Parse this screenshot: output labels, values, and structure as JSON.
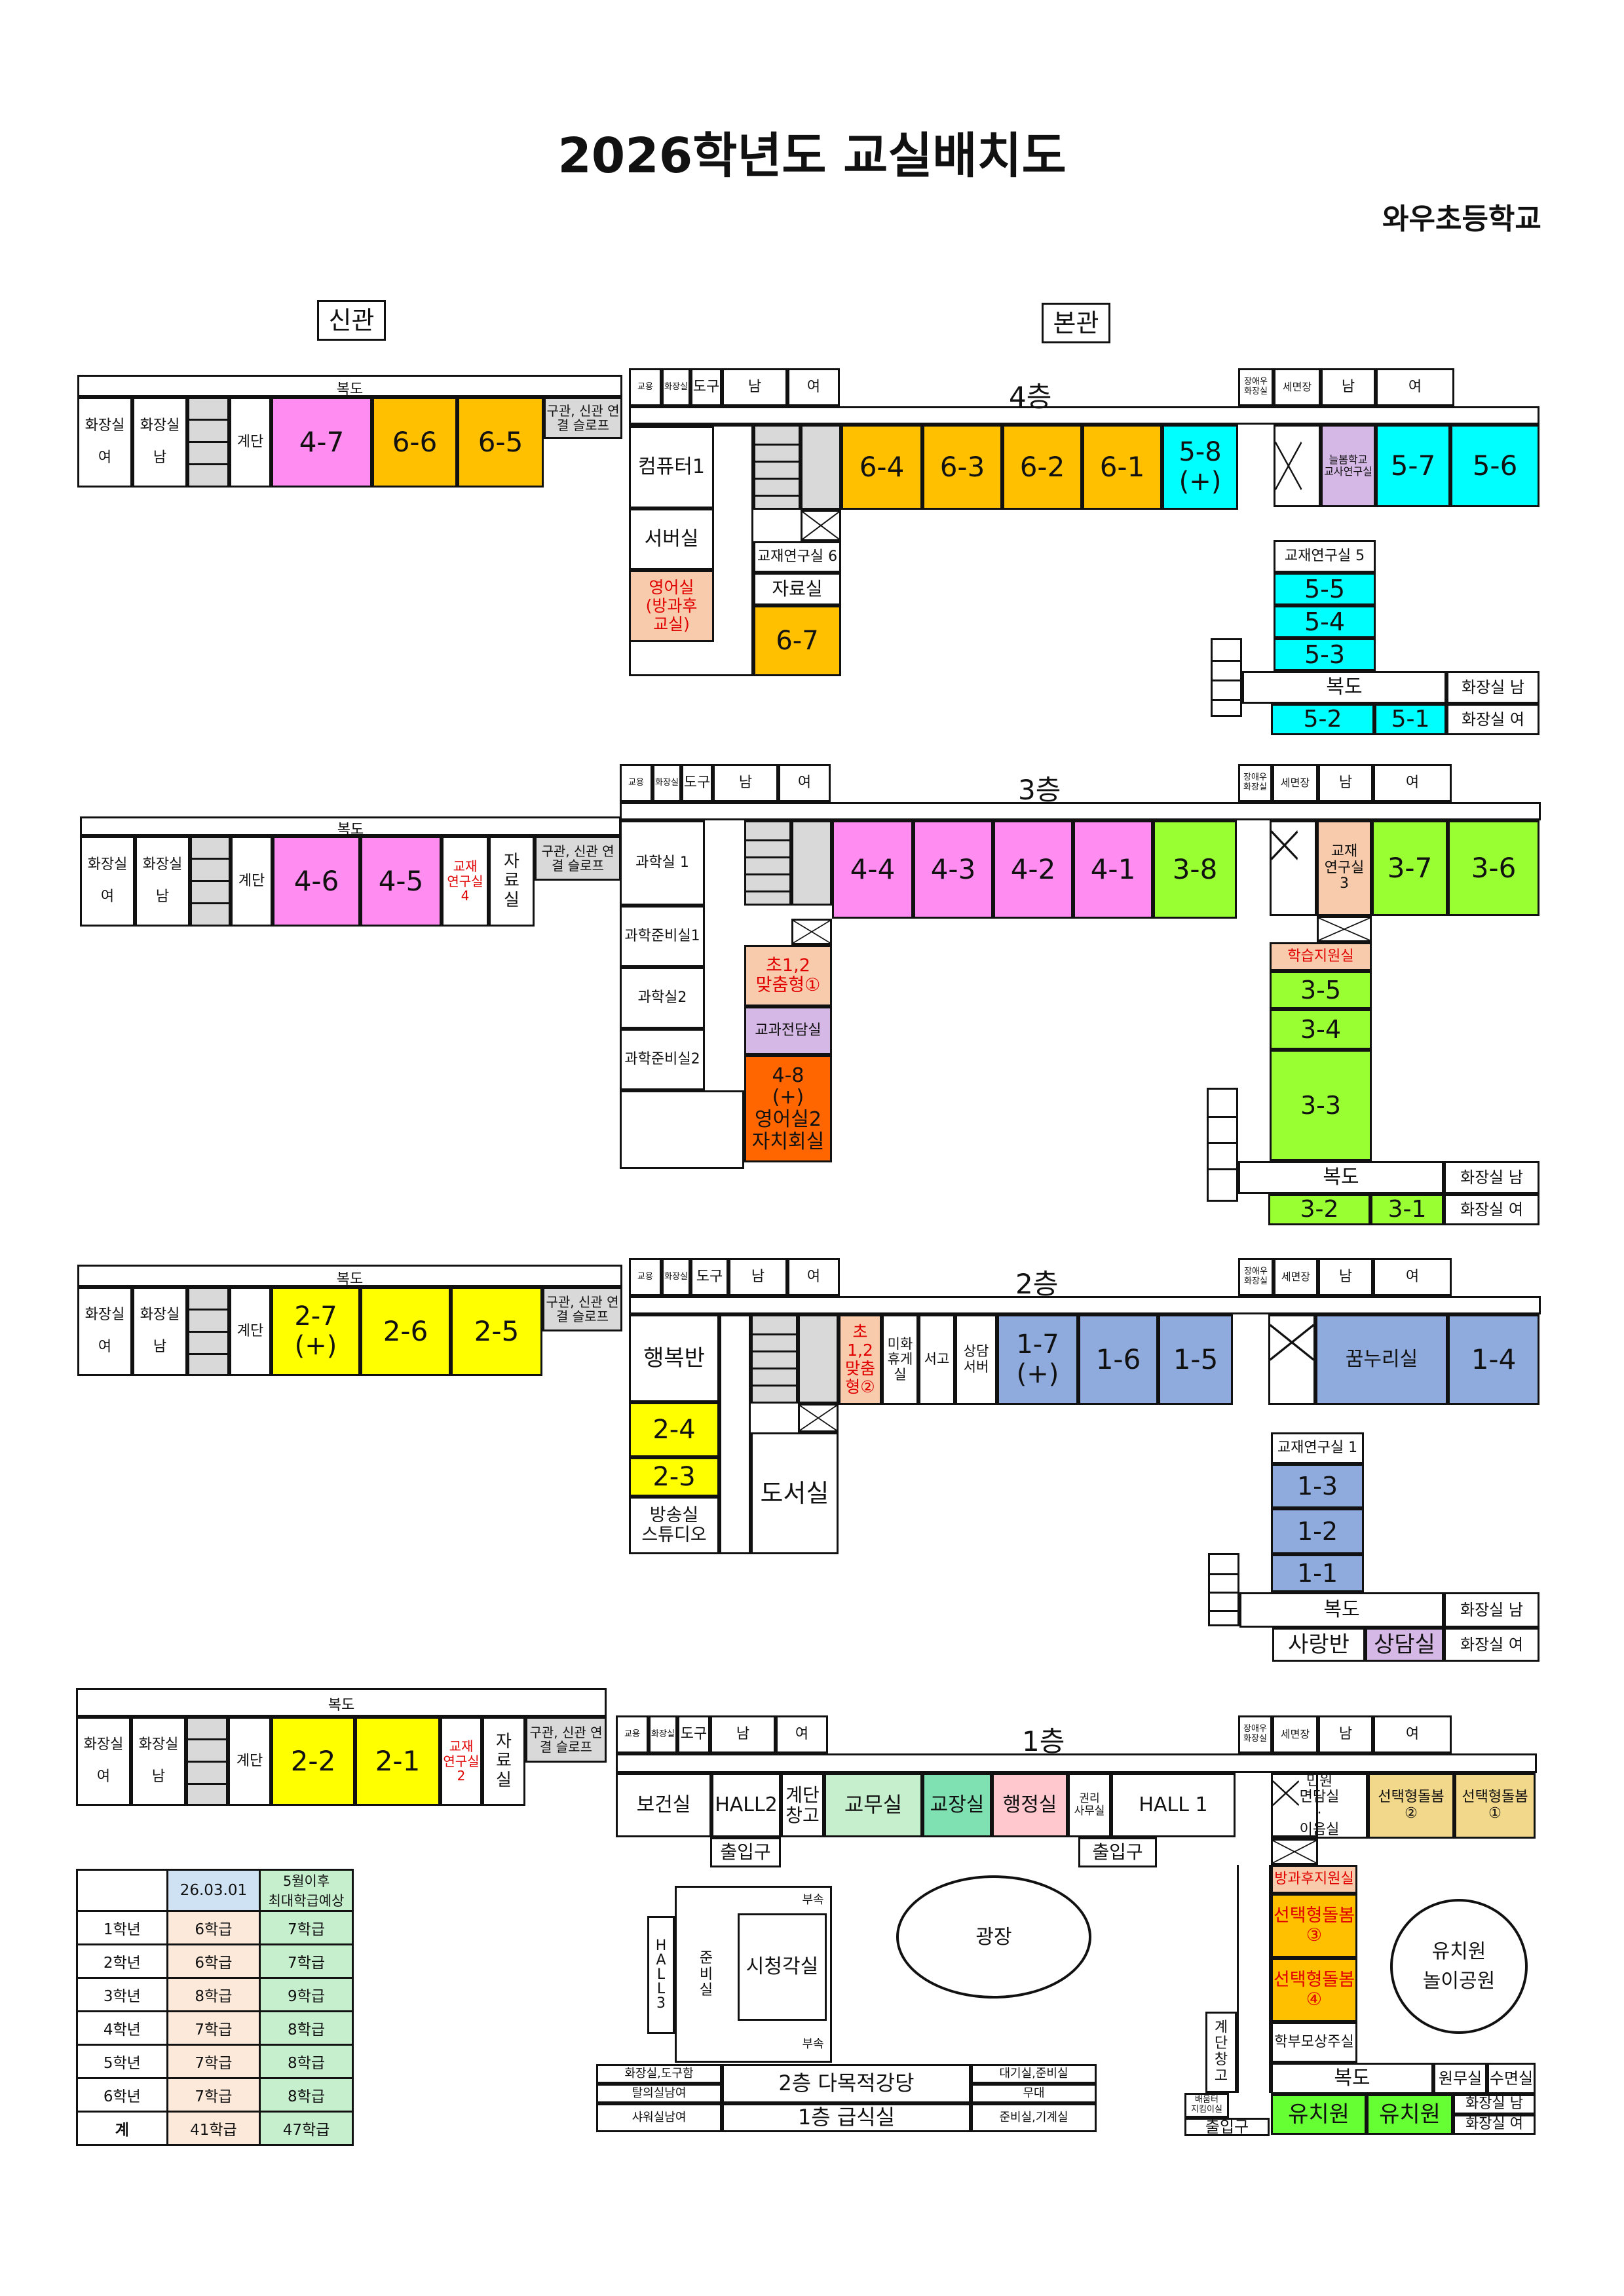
{
  "title": "2026학년도 교실배치도",
  "school": "와우초등학교",
  "sections": {
    "annex": "신관",
    "main": "본관"
  },
  "common": {
    "hallway": "복도",
    "restroom_f": "화장실",
    "restroom_m": "화장실",
    "female": "여",
    "male": "남",
    "stairs": "계단",
    "slope": "구관, 신관 연결 슬로프",
    "faculty": "교용",
    "storage": "화장실",
    "tools": "도구",
    "men": "남",
    "women": "여",
    "disabled_restroom": "장애우 화장실",
    "washroom": "세면장",
    "restroom_men": "화장실 남",
    "restroom_women": "화장실 여"
  },
  "floor4": {
    "name": "4층",
    "annex_rooms": [
      "4-7",
      "6-6",
      "6-5"
    ],
    "rooms": [
      "6-4",
      "6-3",
      "6-2",
      "6-1",
      "5-8\n(+)"
    ],
    "computer": "컴퓨터1",
    "server": "서버실",
    "english": "영어실\n(방과후\n교실)",
    "teacher6": "교재연구실 6",
    "material": "자료실",
    "r67": "6-7",
    "neulbom": "늘봄학교\n교사연구실",
    "r57": "5-7",
    "r56": "5-6",
    "teacher5": "교재연구실 5",
    "r55": "5-5",
    "r54": "5-4",
    "r53": "5-3",
    "r52": "5-2",
    "r51": "5-1"
  },
  "floor3": {
    "name": "3층",
    "annex_rooms": [
      "4-6",
      "4-5"
    ],
    "teacher4": "교재\n연구실\n4",
    "material": "자\n료\n실",
    "rooms": [
      "4-4",
      "4-3",
      "4-2",
      "4-1",
      "3-8"
    ],
    "sci1": "과학실 1",
    "sciprep1": "과학준비실1",
    "sci2": "과학실2",
    "sciprep2": "과학준비실2",
    "custom1": "초1,2\n맞춤형①",
    "subject": "교과전담실",
    "r48": "4-8\n(+)\n영어실2\n자치회실",
    "teacher3": "교재\n연구실\n3",
    "r37": "3-7",
    "r36": "3-6",
    "learning": "학습지원실",
    "r35": "3-5",
    "r34": "3-4",
    "r33": "3-3",
    "r32": "3-2",
    "r31": "3-1"
  },
  "floor2": {
    "name": "2층",
    "annex_rooms": [
      "2-7\n(+)",
      "2-6",
      "2-5"
    ],
    "happy": "행복반",
    "r24": "2-4",
    "r23": "2-3",
    "broadcast": "방송실\n스튜디오",
    "library": "도서실",
    "custom2": "초\n1,2\n맞춤\n형②",
    "lounge": "미화\n휴게\n실",
    "book": "서고",
    "counsel": "상담\n서버",
    "rooms": [
      "1-7\n(+)",
      "1-6",
      "1-5"
    ],
    "dream": "꿈누리실",
    "r14": "1-4",
    "teacher1": "교재연구실 1",
    "r13": "1-3",
    "r12": "1-2",
    "r11": "1-1",
    "love": "사랑반",
    "consult": "상담실"
  },
  "floor1": {
    "name": "1층",
    "annex_rooms": [
      "2-2",
      "2-1"
    ],
    "teacher2": "교재\n연구실\n2",
    "health": "보건실",
    "hall2": "HALL2",
    "stair_storage": "계단\n창고",
    "office": "교무실",
    "principal": "교장실",
    "admin": "행정실",
    "rights": "권리\n사무실",
    "hall1": "HALL 1",
    "entrance": "출입구",
    "civil": "민원\n면담실\n·\n이음실",
    "care2": "선택형돌봄\n②",
    "care1": "선택형돌봄\n①",
    "afterschool": "방과후지원실",
    "care3": "선택형돌봄\n③",
    "care4": "선택형돌봄\n④",
    "parents": "학부모상주실",
    "kg_hallway": "복도",
    "wonmu": "원무실",
    "nap": "수면실",
    "kindergarten": "유치원",
    "kg_playground": "유치원\n놀이공원",
    "plaza": "광장",
    "stair_store2": "계\n단\n창\n고",
    "delivery": "배움터\n지킴이실",
    "prep_hall": "H\nA\nL\nL\n3",
    "prep": "준\n비\n실",
    "av": "시청각실",
    "annex_label": "부속",
    "gym_table": {
      "left": [
        "화장실,도구함",
        "탈의실남여",
        "샤워실남여"
      ],
      "center": [
        "2층 다목적강당",
        "1층 급식실"
      ],
      "right": [
        "대기실,준비실",
        "무대",
        "준비실,기계실"
      ]
    }
  },
  "grade_table": {
    "header": [
      "",
      "26.03.01",
      "5월이후\n최대학급예상"
    ],
    "rows": [
      [
        "1학년",
        "6학급",
        "7학급"
      ],
      [
        "2학년",
        "6학급",
        "7학급"
      ],
      [
        "3학년",
        "8학급",
        "9학급"
      ],
      [
        "4학년",
        "7학급",
        "8학급"
      ],
      [
        "5학년",
        "7학급",
        "8학급"
      ],
      [
        "6학년",
        "7학급",
        "8학급"
      ],
      [
        "계",
        "41학급",
        "47학급"
      ]
    ]
  },
  "colors": {
    "grade6": "#ffc000",
    "grade4": "#ff8cf0",
    "grade5": "#00ffff",
    "grade3": "#99ff33",
    "grade2": "#ffff00",
    "grade1": "#8faadc",
    "kindergarten": "#66ff33"
  }
}
